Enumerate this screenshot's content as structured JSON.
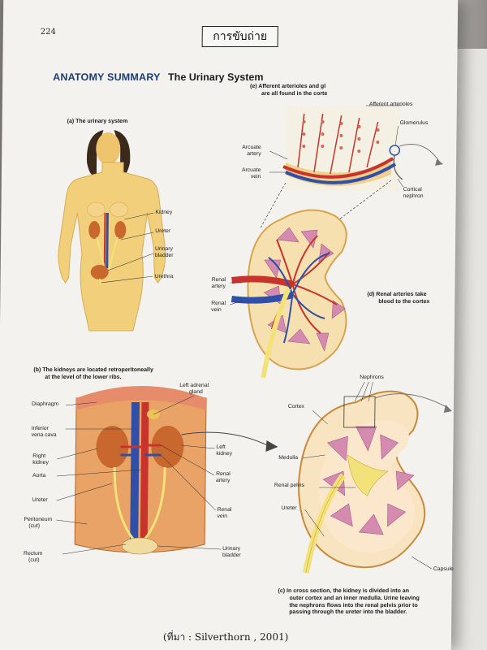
{
  "page_number": "224",
  "stamp_text": "การขับถ่าย",
  "title": {
    "heading": "ANATOMY SUMMARY",
    "subheading": "The Urinary System"
  },
  "panels": {
    "a": {
      "caption": "(a) The urinary system",
      "labels": {
        "kidney": "Kidney",
        "ureter": "Ureter",
        "bladder_1": "Urinary",
        "bladder_2": "bladder",
        "urethra": "Urethra"
      }
    },
    "e": {
      "caption_1": "(e) Afferent arterioles and gl",
      "caption_2": "are all found in the corte",
      "labels": {
        "afferent": "Afferent arterioles",
        "glomerulus": "Glomerulus",
        "arcuate_artery_1": "Arcuate",
        "arcuate_artery_2": "artery",
        "arcuate_vein_1": "Arcuate",
        "arcuate_vein_2": "vein",
        "cortical_1": "Cortical",
        "cortical_2": "nephron"
      }
    },
    "d": {
      "caption_1": "(d) Renal arteries take",
      "caption_2": "blood to the cortex",
      "labels": {
        "renal_artery_1": "Renal",
        "renal_artery_2": "artery",
        "renal_vein_1": "Renal",
        "renal_vein_2": "vein"
      }
    },
    "b": {
      "caption_1": "(b) The kidneys are located retroperitoneally",
      "caption_2": "at the level of the lower ribs.",
      "labels": {
        "left_adrenal_1": "Left adrenal",
        "left_adrenal_2": "gland",
        "diaphragm": "Diaphragm",
        "ivc_1": "Inferior",
        "ivc_2": "vena cava",
        "right_kidney_1": "Right",
        "right_kidney_2": "kidney",
        "aorta": "Aorta",
        "ureter": "Ureter",
        "peritoneum_1": "Peritoneum",
        "peritoneum_2": "(cut)",
        "rectum_1": "Rectum",
        "rectum_2": "(cut)",
        "left_kidney_1": "Left",
        "left_kidney_2": "kidney",
        "renal_artery_1": "Renal",
        "renal_artery_2": "artery",
        "renal_vein_1": "Renal",
        "renal_vein_2": "vein",
        "bladder_1": "Urinary",
        "bladder_2": "bladder"
      }
    },
    "c": {
      "labels": {
        "nephrons": "Nephrons",
        "cortex": "Cortex",
        "medulla": "Medulla",
        "renal_pelvis": "Renal pelvis",
        "ureter": "Ureter",
        "capsule": "Capsule"
      },
      "caption_1": "(c) In cross section, the kidney is divided into an",
      "caption_2": "outer cortex and an inner medulla. Urine leaving",
      "caption_3": "the nephrons flows into the renal pelvis prior to",
      "caption_4": "passing through the ureter into the bladder."
    }
  },
  "source": "(ที่มา : Silverthorn , 2001)",
  "colors": {
    "artery": "#c8342b",
    "vein": "#2f4fa8",
    "body": "#f2cf7a",
    "medulla": "#d58bb0",
    "heading_blue": "#1b3d78"
  }
}
